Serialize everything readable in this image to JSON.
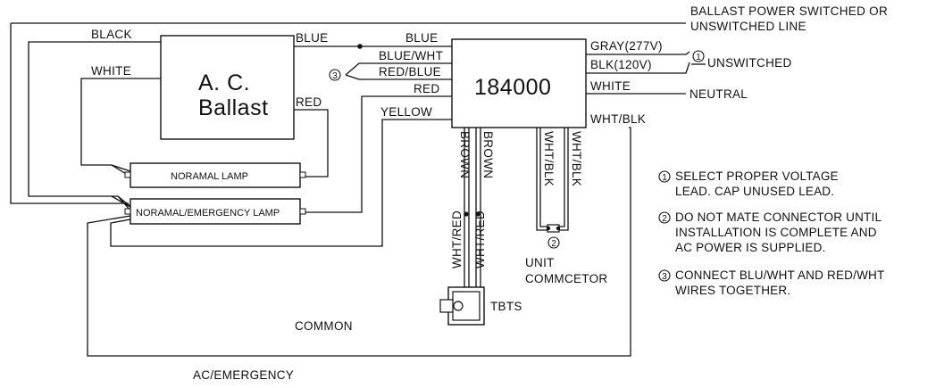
{
  "components": {
    "ballast": {
      "line1": "A. C.",
      "line2": "Ballast"
    },
    "module": "184000",
    "lamp_normal": "NORAMAL LAMP",
    "lamp_emergency": "NORAMAL/EMERGENCY LAMP",
    "tbts": "TBTS"
  },
  "wires": {
    "black": "BLACK",
    "white": "WHITE",
    "blue_ballast": "BLUE",
    "blue": "BLUE",
    "blue_wht": "BLUE/WHT",
    "red_blue": "RED/BLUE",
    "red_module": "RED",
    "red_ballast": "RED",
    "yellow": "YELLOW",
    "gray": "GRAY(277V)",
    "blk": "BLK(120V)",
    "white_out": "WHITE",
    "wht_blk": "WHT/BLK",
    "brown": "BROWN",
    "wht_red": "WHT/RED",
    "wht_blk_v": "WHT/BLK",
    "common": "COMMON",
    "ac_emergency": "AC/EMERGENCY"
  },
  "lines": {
    "power": "BALLAST POWER SWITCHED OR",
    "power2": "UNSWITCHED LINE",
    "unswitched": "UNSWITCHED",
    "neutral": "NEUTRAL",
    "unit": "UNIT",
    "connector": "COMMCETOR"
  },
  "markers": {
    "one": "1",
    "two": "2",
    "three": "3"
  },
  "notes": [
    {
      "marker": "1",
      "line1": "SELECT PROPER VOLTAGE",
      "line2": "LEAD. CAP UNUSED LEAD.",
      "line3": ""
    },
    {
      "marker": "2",
      "line1": "DO NOT MATE CONNECTOR UNTIL",
      "line2": "INSTALLATION IS COMPLETE AND",
      "line3": "AC POWER IS SUPPLIED."
    },
    {
      "marker": "3",
      "line1": "CONNECT BLU/WHT AND RED/WHT",
      "line2": "WIRES TOGETHER.",
      "line3": ""
    }
  ]
}
